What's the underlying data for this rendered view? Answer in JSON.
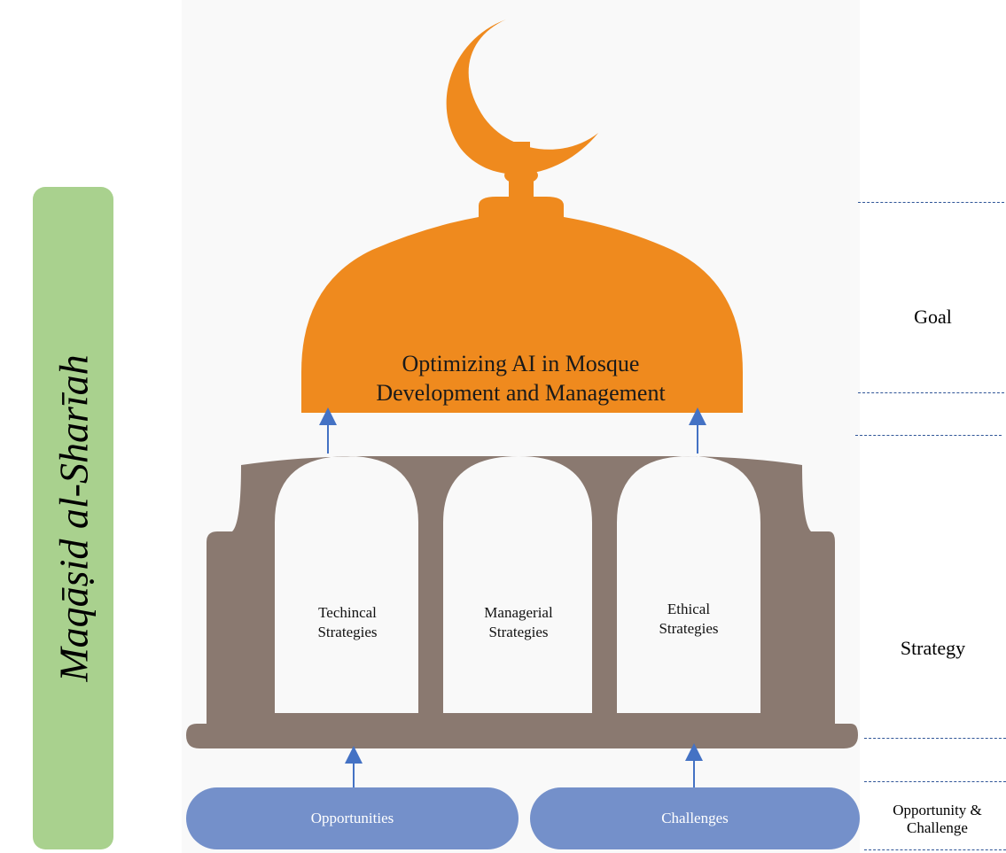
{
  "side_banner": {
    "label": "Maqāṣid al-Sharīah"
  },
  "goal": {
    "text_line1": "Optimizing AI in Mosque",
    "text_line2": "Development and Management"
  },
  "strategies": {
    "technical": {
      "line1": "Techincal",
      "line2": "Strategies"
    },
    "managerial": {
      "line1": "Managerial",
      "line2": "Strategies"
    },
    "ethical": {
      "line1": "Ethical",
      "line2": "Strategies"
    }
  },
  "base": {
    "opportunities": "Opportunities",
    "challenges": "Challenges"
  },
  "levels": {
    "goal": "Goal",
    "strategy": "Strategy",
    "opportunity_line1": "Opportunity &",
    "opportunity_line2": "Challenge"
  },
  "colors": {
    "dome": "#ef8a1e",
    "building": "#8a7970",
    "pill": "#7490ca",
    "banner": "#a9d18e",
    "arrow": "#4472c4",
    "dash": "#2f5597"
  }
}
